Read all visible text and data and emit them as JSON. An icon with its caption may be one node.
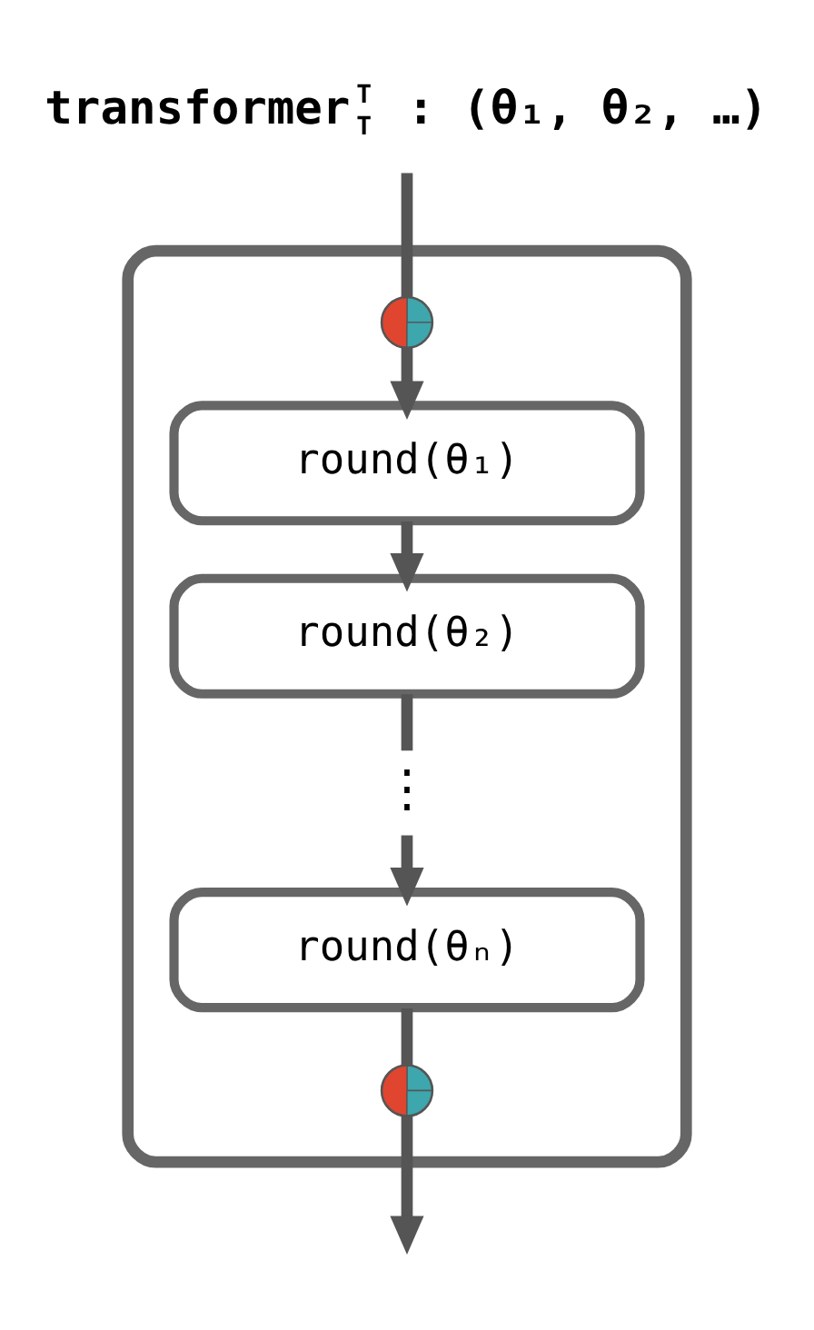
{
  "diagram": {
    "title": "transformer",
    "nodes": [
      {
        "text": [],
        "shape": "box"
      },
      {
        "text": [],
        "shape": "circle",
        "in": 0
      },
      {
        "text": [
          "round(θ₁)"
        ],
        "in": 0
      },
      {
        "text": [
          "round(θ₂)"
        ],
        "in": 0
      },
      {
        "text": [
          "⋮"
        ],
        "in": 0
      },
      {
        "text": [
          "round(θₙ)"
        ],
        "in": 0
      },
      {
        "text": [],
        "shape": "circle",
        "in": 0
      }
    ],
    "edges": [
      {
        "from": null,
        "to": 1,
        "arrow": "none"
      },
      {
        "from": 1,
        "to": 2,
        "arrow": "to"
      },
      {
        "from": 2,
        "to": 3,
        "arrow": "to"
      },
      {
        "from": 3,
        "to": 4,
        "arrow": "none"
      },
      {
        "from": 4,
        "to": 5,
        "arrow": "to"
      },
      {
        "from": 5,
        "to": 6,
        "arrow": "none"
      },
      {
        "from": 6,
        "to": null,
        "arrow": "to"
      }
    ],
    "labels": [
      "T",
      "T",
      ": (θ₁, θ₂, …)"
    ]
  }
}
